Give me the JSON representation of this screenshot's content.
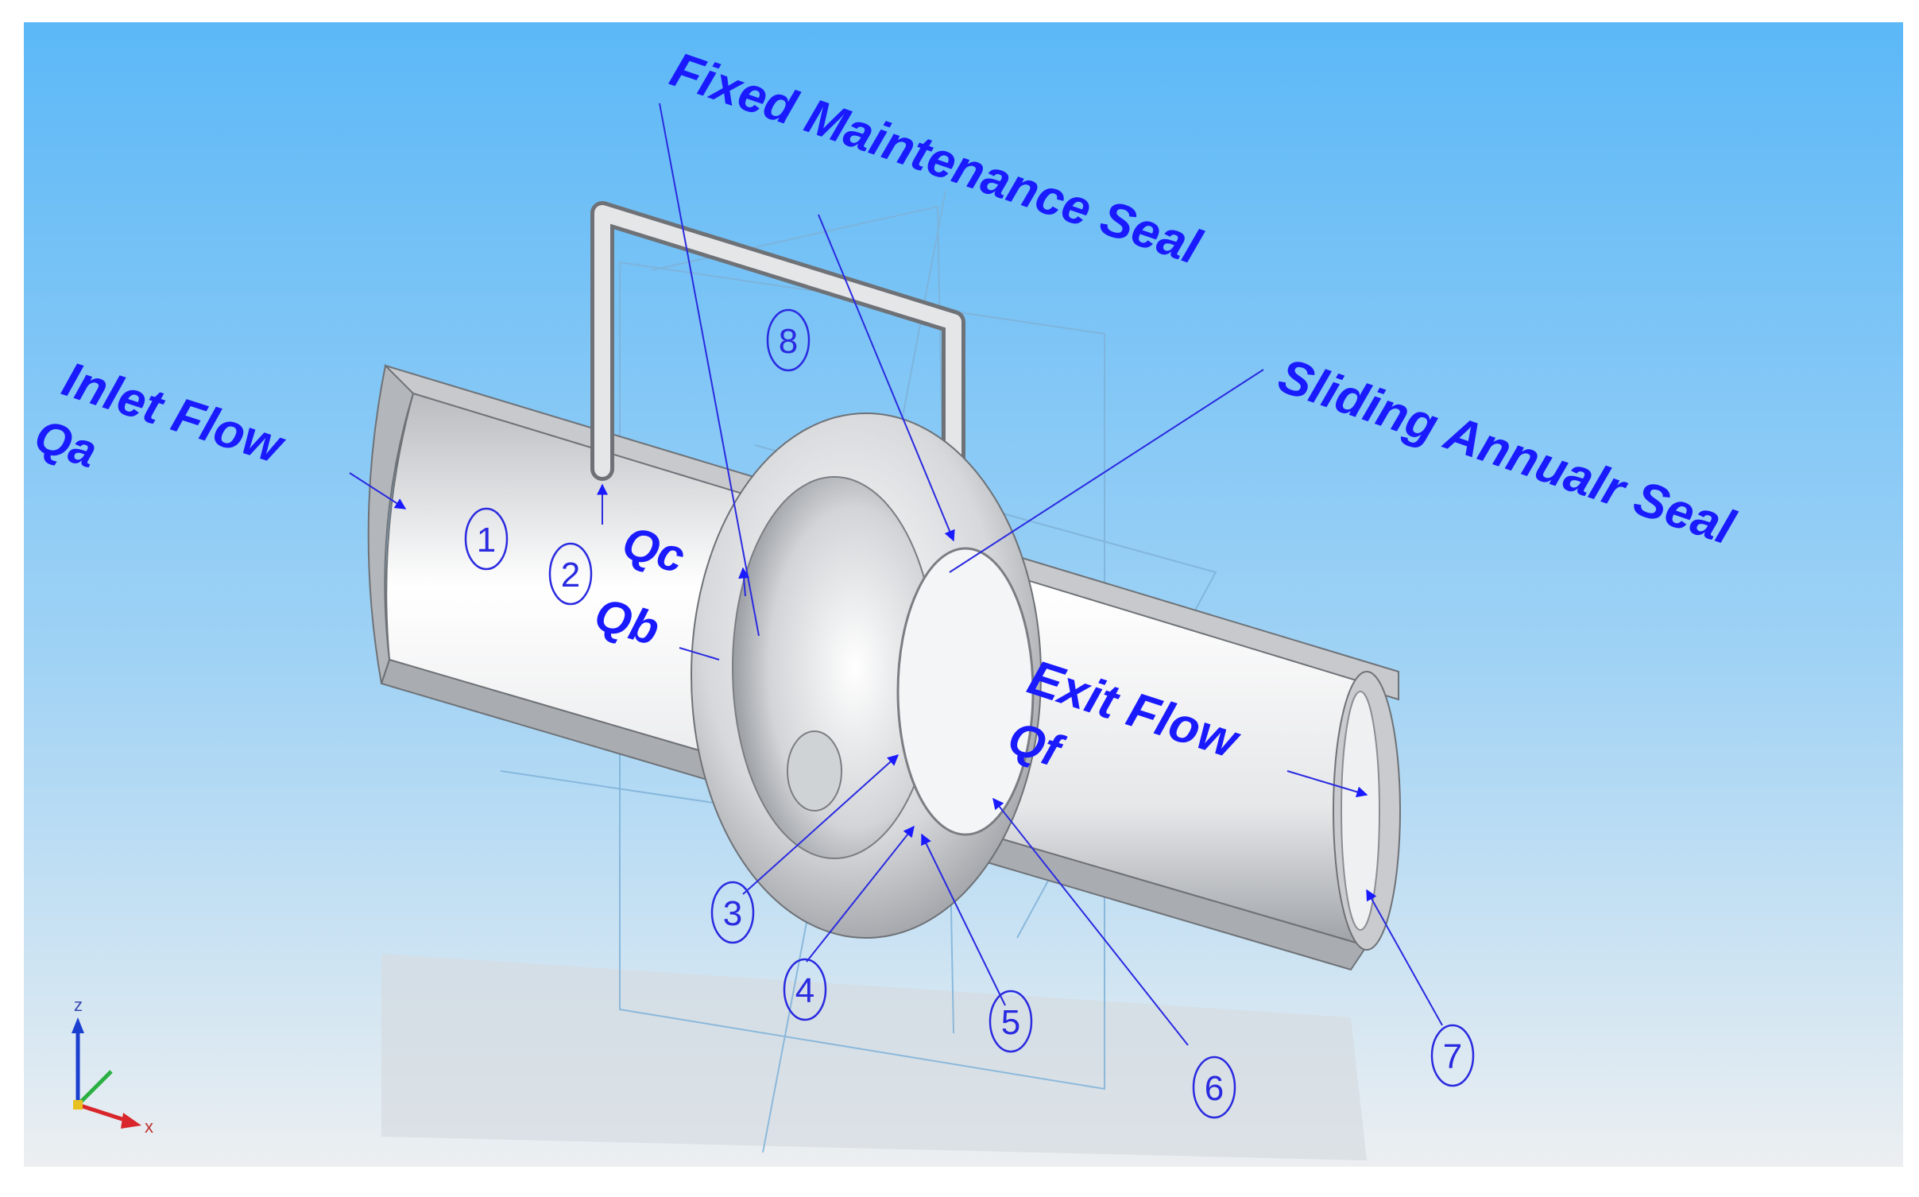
{
  "colors": {
    "label": "#1a1aff",
    "leader": "#2a2ae0",
    "sky_top": "#5cb8f7",
    "sky_bottom": "#e8eef2",
    "metal": "#d9dadc"
  },
  "labels": {
    "fixed_seal": "Fixed Maintenance Seal",
    "sliding_seal": "Sliding Annualr Seal",
    "inlet_flow": "Inlet Flow",
    "inlet_q": "Qa",
    "exit_flow": "Exit Flow",
    "exit_q": "Qf",
    "qc": "Qc",
    "qb": "Qb"
  },
  "callouts": [
    "1",
    "2",
    "3",
    "4",
    "5",
    "6",
    "7",
    "8"
  ],
  "axes": {
    "z": "z",
    "x": "x"
  }
}
